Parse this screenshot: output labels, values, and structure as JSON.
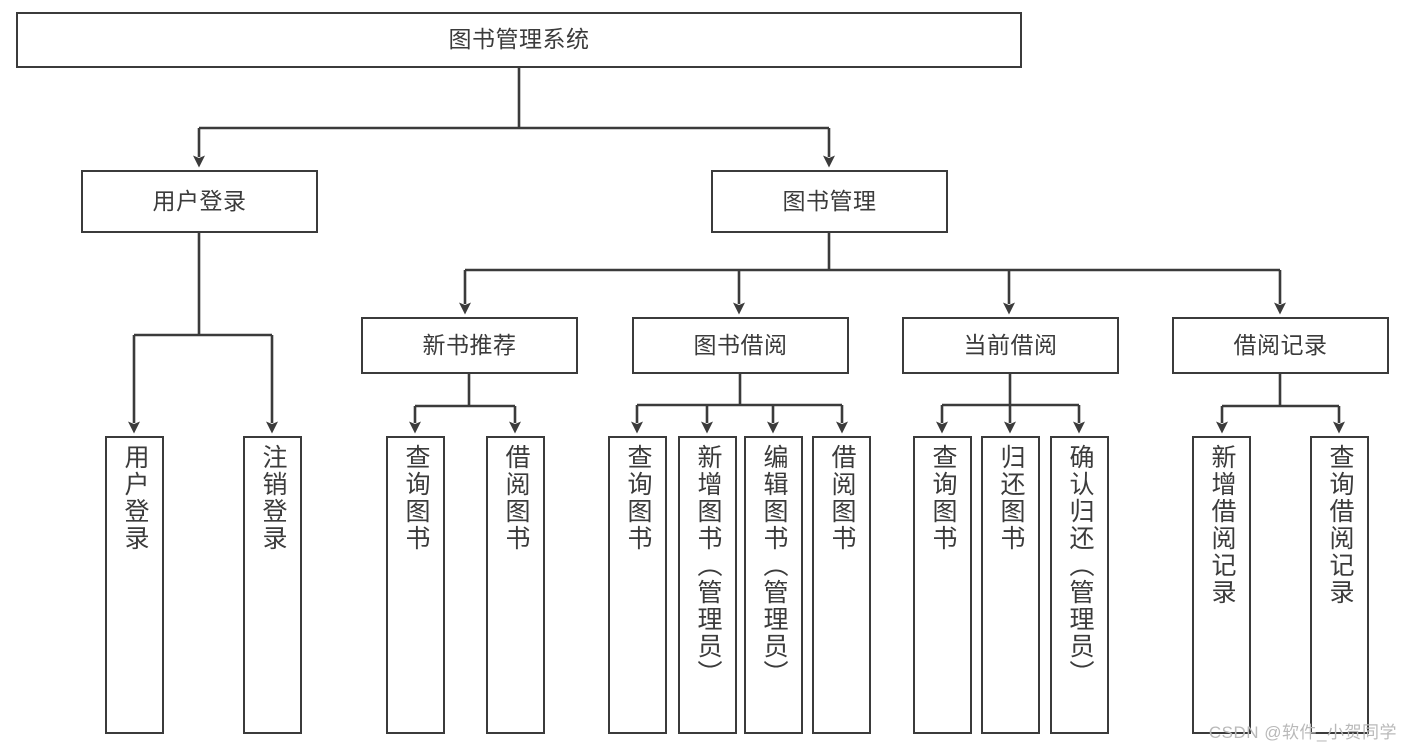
{
  "diagram": {
    "title": "图书管理系统",
    "type": "tree",
    "theme": {
      "box_border": "#3b3b3b",
      "box_fill": "#ffffff",
      "text_color": "#3b3b3b",
      "connector_color": "#3b3b3b",
      "background": "#ffffff",
      "watermark_color": "#b9b9b9"
    },
    "nodes": {
      "root": {
        "label": "图书管理系统"
      },
      "level2": [
        {
          "label": "用户登录"
        },
        {
          "label": "图书管理"
        }
      ],
      "level3": [
        {
          "label": "新书推荐"
        },
        {
          "label": "图书借阅"
        },
        {
          "label": "当前借阅"
        },
        {
          "label": "借阅记录"
        }
      ],
      "leaves": {
        "user_login": [
          {
            "label": "用户登录"
          },
          {
            "label": "注销登录"
          }
        ],
        "new_book_recommend": [
          {
            "label": "查询图书"
          },
          {
            "label": "借阅图书"
          }
        ],
        "book_borrow": [
          {
            "label": "查询图书"
          },
          {
            "label": "新增图书（管理员）"
          },
          {
            "label": "编辑图书（管理员）"
          },
          {
            "label": "借阅图书"
          }
        ],
        "current_borrow": [
          {
            "label": "查询图书"
          },
          {
            "label": "归还图书"
          },
          {
            "label": "确认归还（管理员）"
          }
        ],
        "borrow_record": [
          {
            "label": "新增借阅记录"
          },
          {
            "label": "查询借阅记录"
          }
        ]
      }
    }
  },
  "watermark": {
    "text": "CSDN @软件_小贺同学"
  }
}
